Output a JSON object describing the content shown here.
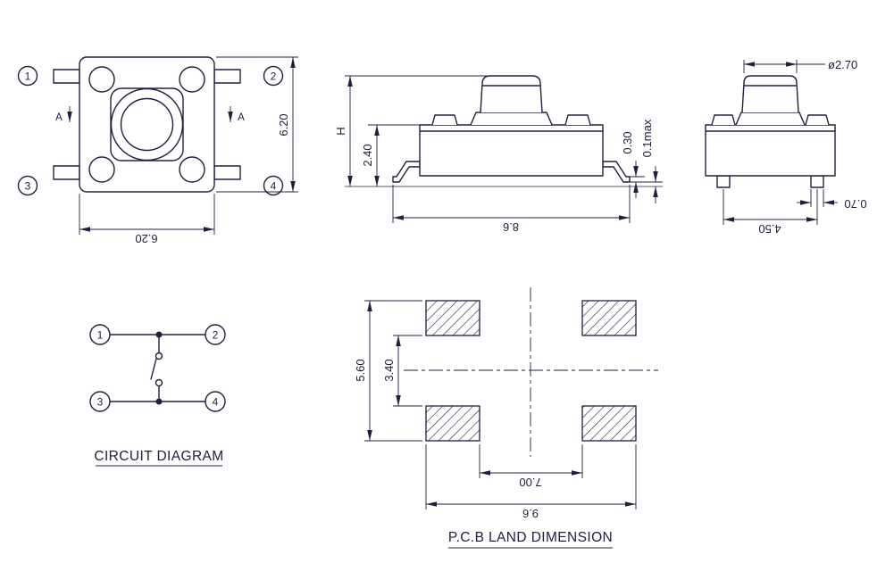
{
  "drawing": {
    "line_color": "#20203e",
    "background": "#ffffff"
  },
  "top_view": {
    "pins": [
      "1",
      "2",
      "3",
      "4"
    ],
    "section_label": "A",
    "dim_height": "6.20",
    "dim_width": "6.20"
  },
  "front_view": {
    "dim_total_height": "H",
    "dim_body_height": "2.40",
    "dim_lead_span": "8.6",
    "dim_lead_thickness": "0.30",
    "dim_coplanarity": "0.1max"
  },
  "side_view": {
    "dim_stem_diameter": "ø2.70",
    "dim_lead_pitch": "4.50",
    "dim_lead_width": "0.70"
  },
  "circuit_diagram": {
    "title": "CIRCUIT DIAGRAM",
    "terminals": [
      "1",
      "2",
      "3",
      "4"
    ]
  },
  "pcb_land": {
    "title": "P.C.B LAND DIMENSION",
    "dim_pad_outer_vertical": "5.60",
    "dim_pad_inner_vertical": "3.40",
    "dim_pad_inner_horizontal": "7.00",
    "dim_pad_outer_horizontal": "9.6"
  }
}
